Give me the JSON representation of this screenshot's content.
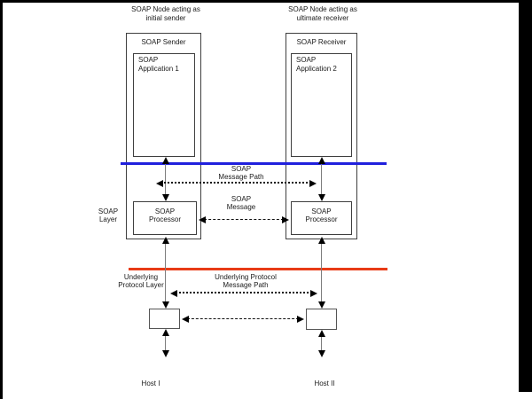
{
  "frame": {
    "color": "#000000"
  },
  "diagram": {
    "node_left": {
      "line1": "SOAP Node acting as",
      "line2": "initial sender"
    },
    "node_right": {
      "line1": "SOAP Node acting as",
      "line2": "ultimate receiver"
    },
    "sender": {
      "title": "SOAP Sender",
      "app_line1": "SOAP",
      "app_line2": "Application 1",
      "proc_line1": "SOAP",
      "proc_line2": "Processor"
    },
    "receiver": {
      "title": "SOAP Receiver",
      "app_line1": "SOAP",
      "app_line2": "Application 2",
      "proc_line1": "SOAP",
      "proc_line2": "Processor"
    },
    "soap_layer": {
      "line1": "SOAP",
      "line2": "Layer"
    },
    "soap_message_path": {
      "line1": "SOAP",
      "line2": "Message Path"
    },
    "soap_message": {
      "line1": "SOAP",
      "line2": "Message"
    },
    "underlying_layer": {
      "line1": "Underlying",
      "line2": "Protocol Layer"
    },
    "underlying_message_path": {
      "line1": "Underlying Protocol",
      "line2": "Message Path"
    },
    "host_left": "Host I",
    "host_right": "Host II",
    "colors": {
      "soap_layer_line": "#2020dd",
      "underlying_layer_line": "#e83b16"
    }
  }
}
